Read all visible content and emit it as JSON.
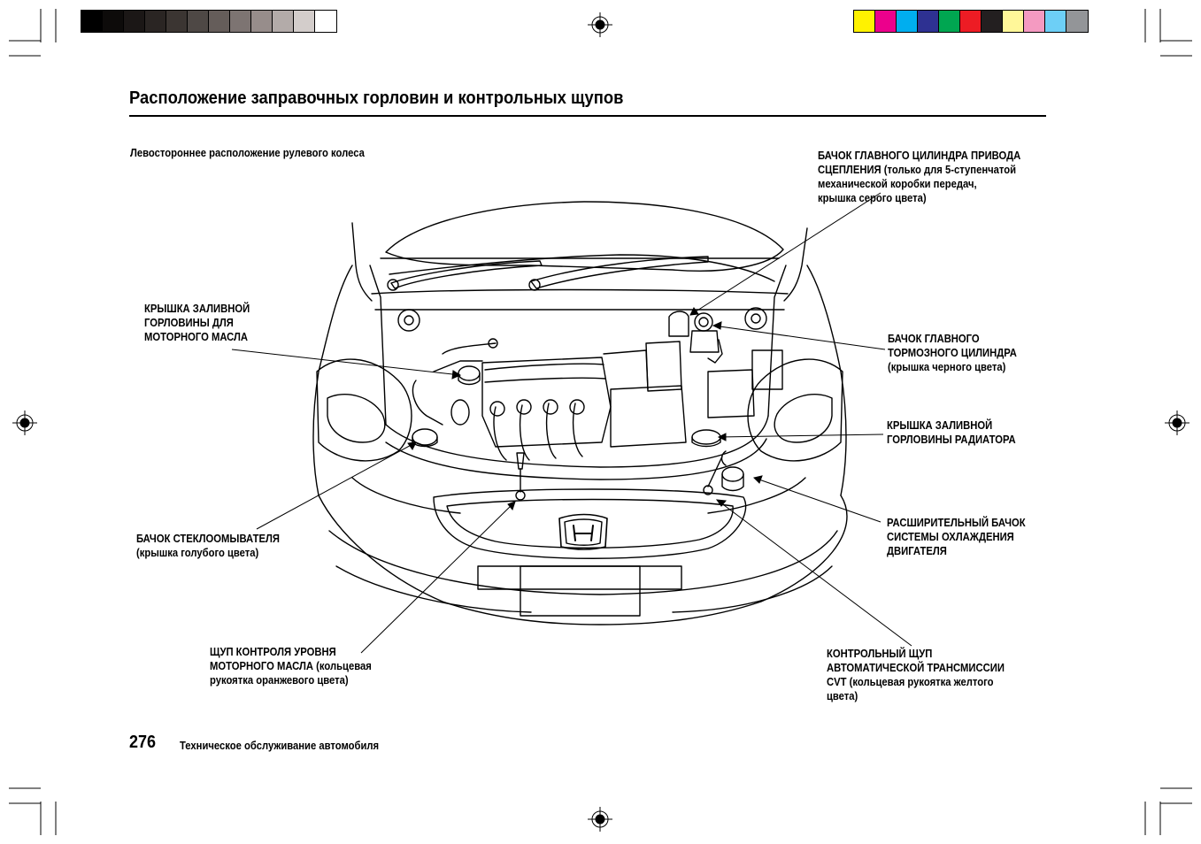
{
  "title": "Расположение заправочных горловин и контрольных щупов",
  "subtitle": "Левостороннее расположение рулевого колеса",
  "labels": {
    "clutch_line1": "БАЧОК ГЛАВНОГО ЦИЛИНДРА ПРИВОДА",
    "clutch_line2a": "СЦЕПЛЕНИЯ",
    "clutch_line2b": " (только для 5-ступенчатой",
    "clutch_line3": "механической коробки передач,",
    "clutch_line4": "крышка серого цвета)",
    "oil_cap_line1": "КРЫШКА ЗАЛИВНОЙ",
    "oil_cap_line2": "ГОРЛОВИНЫ ДЛЯ",
    "oil_cap_line3": "МОТОРНОГО МАСЛА",
    "brake_line1": "БАЧОК ГЛАВНОГО",
    "brake_line2": "ТОРМОЗНОГО ЦИЛИНДРА",
    "brake_line3": "(крышка черного цвета)",
    "radiator_line1": "КРЫШКА ЗАЛИВНОЙ",
    "radiator_line2": "ГОРЛОВИНЫ РАДИАТОРА",
    "washer_line1": "БАЧОК СТЕКЛООМЫВАТЕЛЯ",
    "washer_line2": "(крышка голубого цвета)",
    "coolant_line1": "РАСШИРИТЕЛЬНЫЙ БАЧОК",
    "coolant_line2": "СИСТЕМЫ ОХЛАЖДЕНИЯ",
    "coolant_line3": "ДВИГАТЕЛЯ",
    "dipstick_line1": "ЩУП КОНТРОЛЯ УРОВНЯ",
    "dipstick_line2a": "МОТОРНОГО МАСЛА",
    "dipstick_line2b": " (кольцевая",
    "dipstick_line3": "рукоятка оранжевого цвета)",
    "cvt_line1": "КОНТРОЛЬНЫЙ ЩУП",
    "cvt_line2": "АВТОМАТИЧЕСКОЙ ТРАНСМИССИИ",
    "cvt_line3a": "CVT",
    "cvt_line3b": " (кольцевая рукоятка желтого",
    "cvt_line4": "цвета)"
  },
  "footer": {
    "page_number": "276",
    "section": "Техническое обслуживание автомобиля"
  },
  "colors": {
    "gray_scale": [
      "#000000",
      "#0d0b0a",
      "#1b1716",
      "#2a2523",
      "#3b3532",
      "#4e4845",
      "#655d5a",
      "#7d7472",
      "#978d8b",
      "#b3aba9",
      "#d3cdcb",
      "#ffffff"
    ],
    "process_colors": [
      "#fff200",
      "#ec008c",
      "#00aeef",
      "#2e3192",
      "#00a651",
      "#ed1c24",
      "#231f20",
      "#fff799",
      "#f49ac1",
      "#6dcff6",
      "#939598"
    ]
  }
}
